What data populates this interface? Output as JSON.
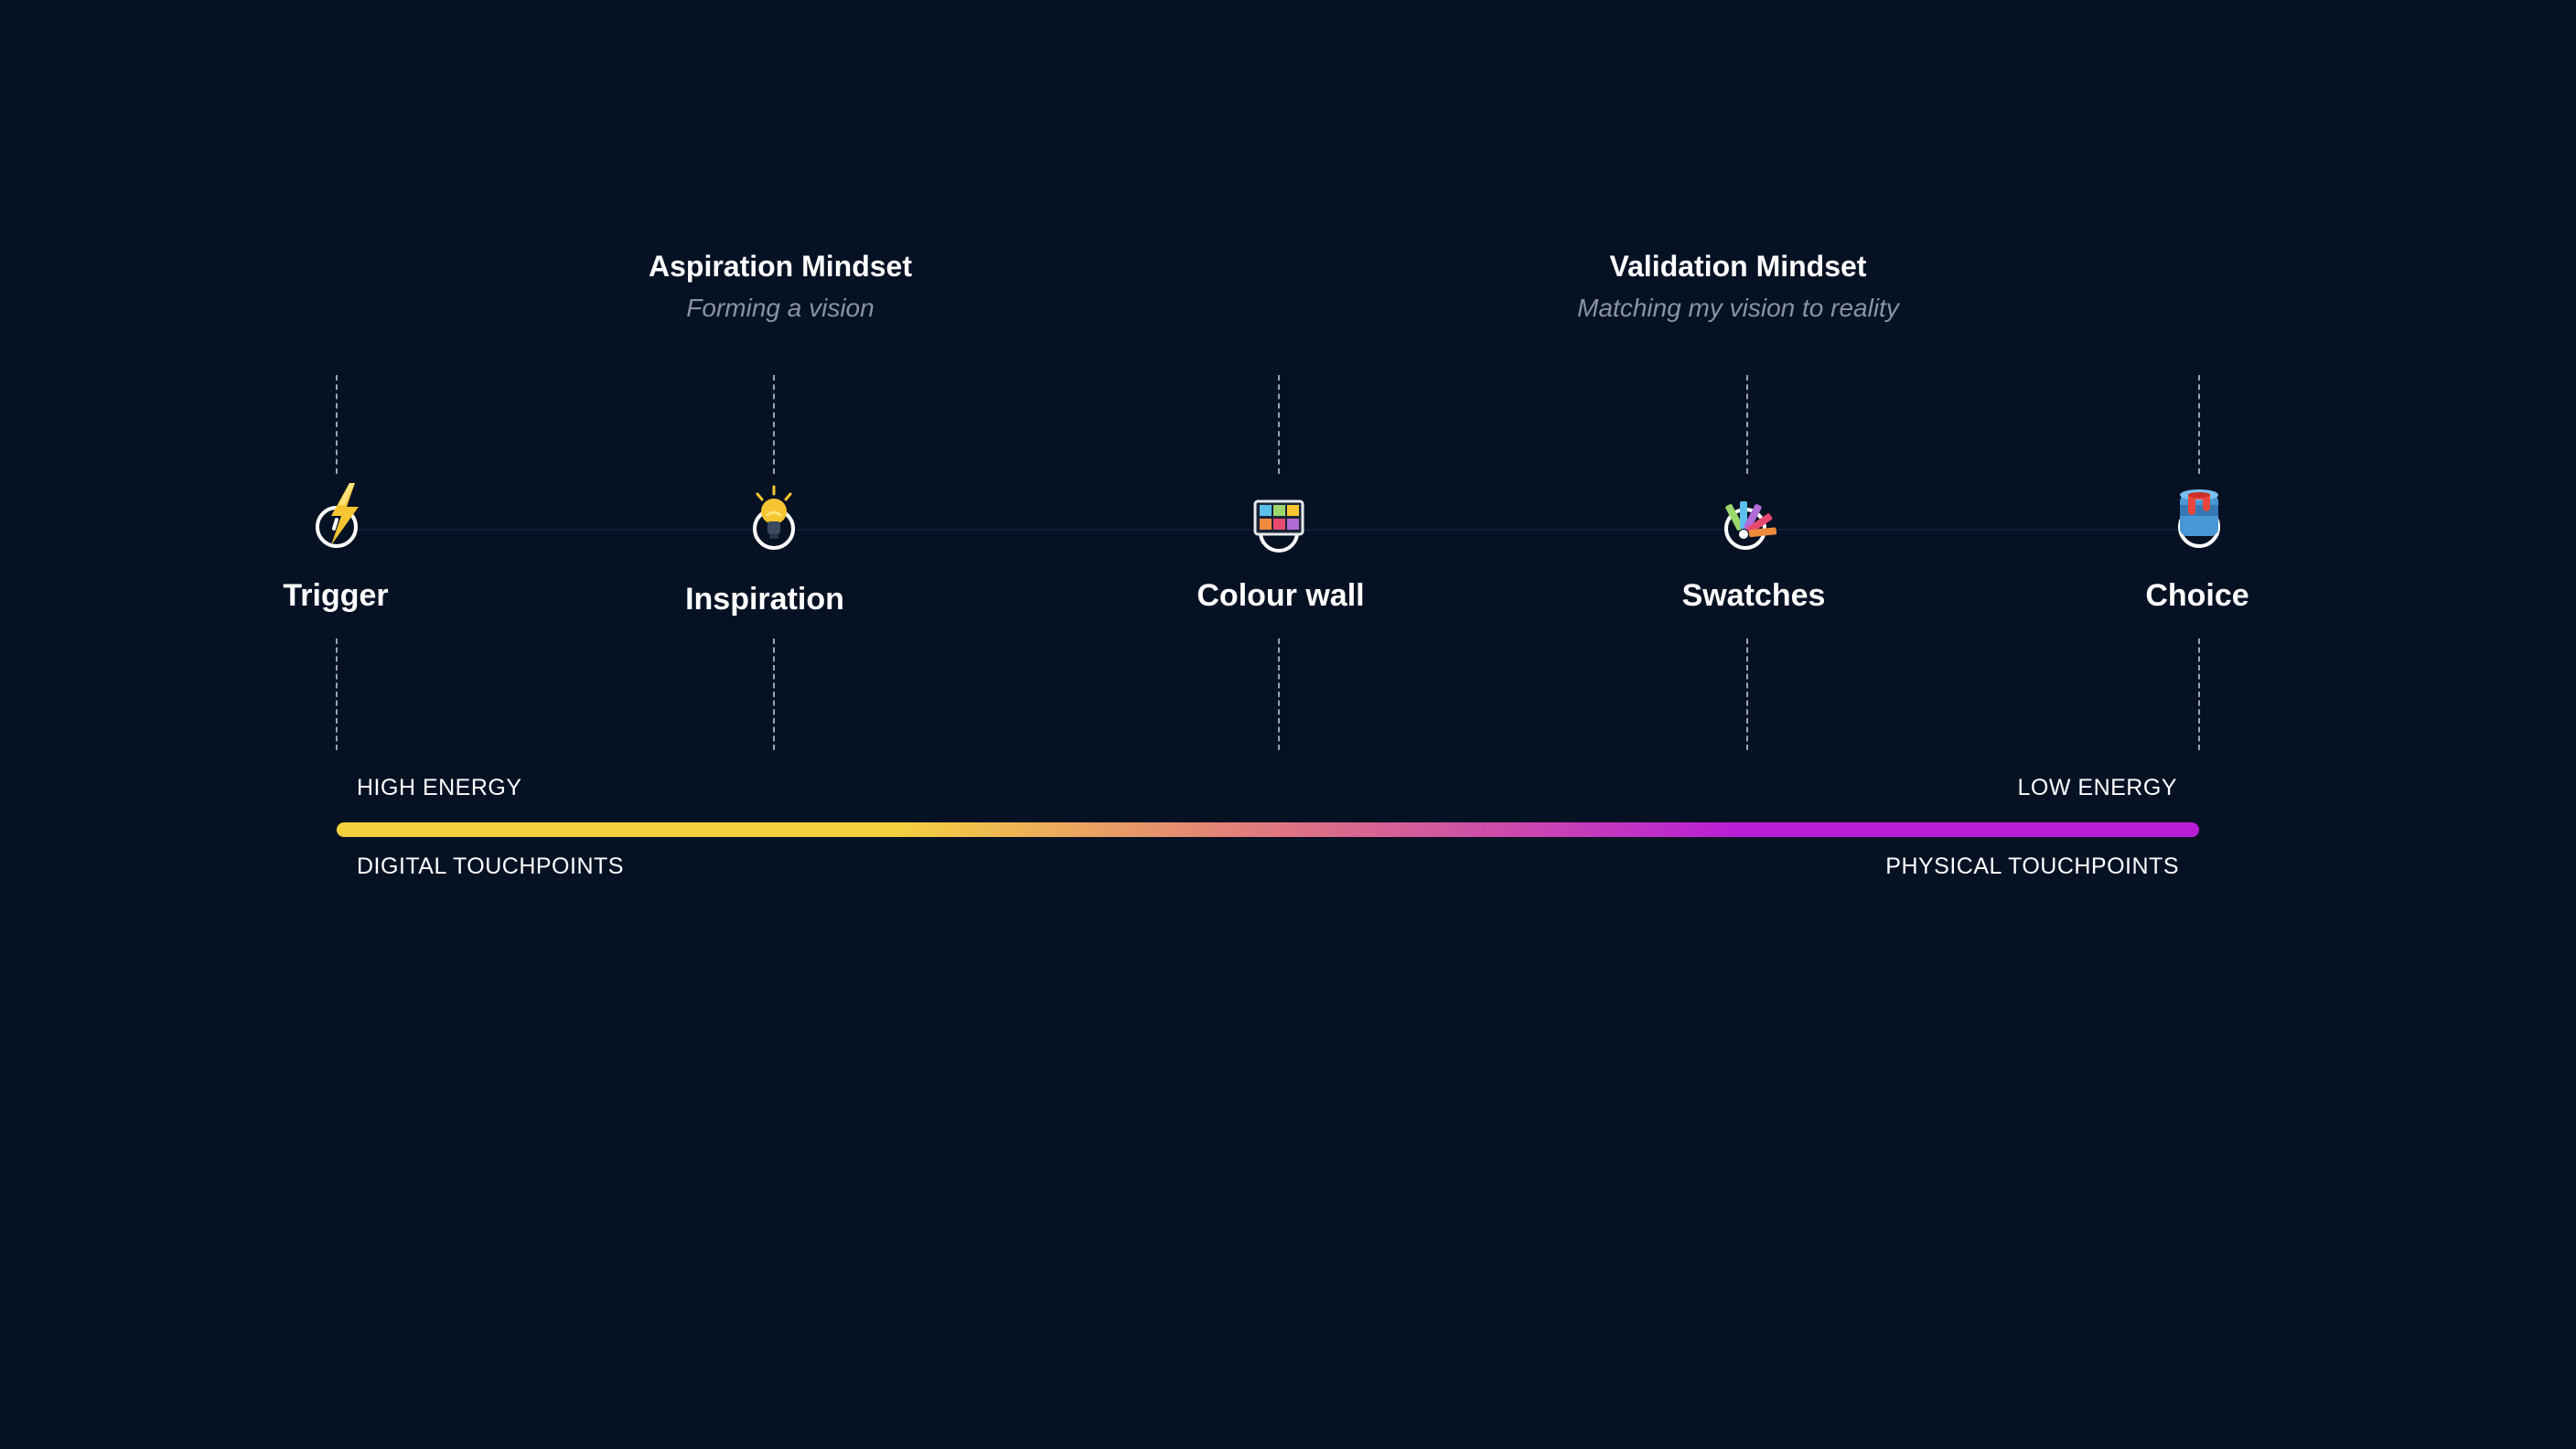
{
  "mindsets": [
    {
      "title": "Aspiration Mindset",
      "subtitle": "Forming a vision"
    },
    {
      "title": "Validation Mindset",
      "subtitle": "Matching my vision to reality"
    }
  ],
  "stages": [
    {
      "label": "Trigger",
      "icon": "lightning-bolt-icon"
    },
    {
      "label": "Inspiration",
      "icon": "lightbulb-icon"
    },
    {
      "label": "Colour wall",
      "icon": "colour-wall-icon"
    },
    {
      "label": "Swatches",
      "icon": "swatches-icon"
    },
    {
      "label": "Choice",
      "icon": "paint-can-icon"
    }
  ],
  "energy_scale": {
    "high_label": "HIGH ENERGY",
    "low_label": "LOW ENERGY"
  },
  "touchpoint_scale": {
    "start_label": "DIGITAL TOUCHPOINTS",
    "end_label": "PHYSICAL TOUCHPOINTS"
  },
  "colors": {
    "background": "#061224",
    "gradient_start": "#f4d03f",
    "gradient_mid": "#e0787f",
    "gradient_end": "#b91ed6",
    "muted_text": "#8a93a3"
  }
}
